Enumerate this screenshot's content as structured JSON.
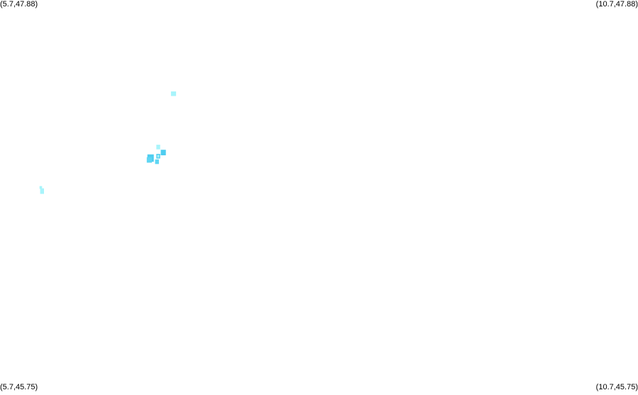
{
  "corners": {
    "top_left": "(5.7,47.88)",
    "top_right": "(10.7,47.88)",
    "bottom_left": "(5.7,45.75)",
    "bottom_right": "(10.7,45.75)"
  },
  "bounds": {
    "lon_min": 5.7,
    "lon_max": 10.7,
    "lat_min": 45.75,
    "lat_max": 47.88
  },
  "colors": {
    "background": "#ffffff",
    "light_cyan": "#a8f4fb",
    "medium_cyan": "#5fd6f3",
    "cyan": "#4ecdf0",
    "text": "#000000"
  },
  "markers": [
    {
      "lon": 7.06,
      "lat": 47.37,
      "w": 0.04,
      "h": 0.025,
      "color": "light_cyan"
    },
    {
      "lon": 6.94,
      "lat": 47.08,
      "w": 0.03,
      "h": 0.025,
      "color": "light_cyan"
    },
    {
      "lon": 6.98,
      "lat": 47.05,
      "w": 0.04,
      "h": 0.03,
      "color": "cyan"
    },
    {
      "lon": 6.94,
      "lat": 47.03,
      "w": 0.03,
      "h": 0.025,
      "color": "cyan"
    },
    {
      "lon": 6.88,
      "lat": 47.02,
      "w": 0.05,
      "h": 0.04,
      "color": "cyan"
    },
    {
      "lon": 6.87,
      "lat": 47.01,
      "w": 0.04,
      "h": 0.03,
      "color": "medium_cyan"
    },
    {
      "lon": 6.93,
      "lat": 47.0,
      "w": 0.03,
      "h": 0.025,
      "color": "medium_cyan"
    },
    {
      "lon": 6.94,
      "lat": 47.03,
      "w": 0.015,
      "h": 0.015,
      "color": "light_cyan"
    },
    {
      "lon": 6.03,
      "lat": 46.84,
      "w": 0.03,
      "h": 0.03,
      "color": "light_cyan"
    },
    {
      "lon": 6.02,
      "lat": 46.86,
      "w": 0.02,
      "h": 0.015,
      "color": "light_cyan"
    }
  ]
}
